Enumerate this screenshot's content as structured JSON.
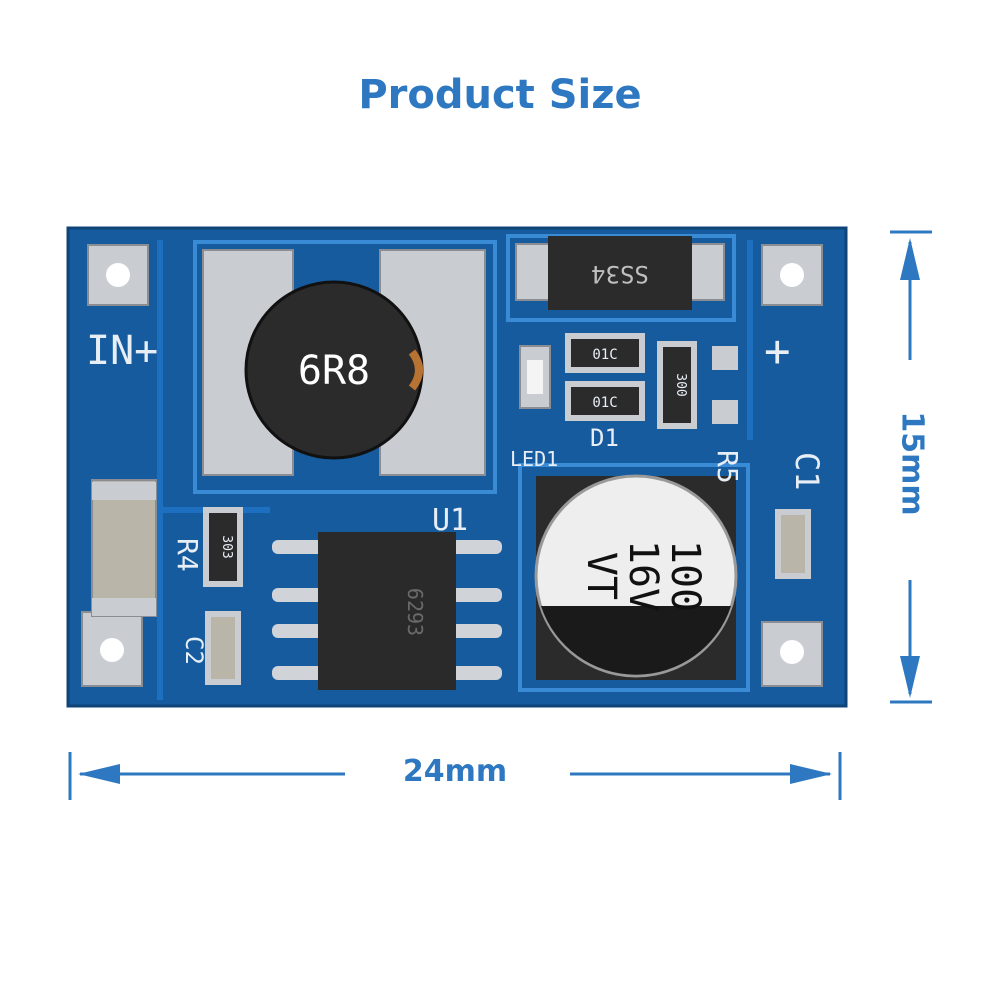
{
  "title": "Product Size",
  "dimensions": {
    "width_label": "24mm",
    "height_label": "15mm"
  },
  "board": {
    "silkscreen": {
      "in_plus": "IN+",
      "out_plus": "+",
      "led": "LED1",
      "u1": "U1",
      "r4": "R4",
      "r5": "R5",
      "c1": "C1",
      "c2": "C2",
      "d1": "D1"
    },
    "inductor_marking": "6R8",
    "diode_marking": "SS34",
    "resistor_r4_marking": "303",
    "resistor_r5_marking": "300",
    "resistor_small_marking": "01C",
    "ic_marking": "6293",
    "capacitor_marking": [
      "100",
      "16V",
      "VT"
    ]
  },
  "colors": {
    "accent": "#2e78c2",
    "pcb": "#155b9e",
    "pcb_trace": "#1d6fbf"
  }
}
